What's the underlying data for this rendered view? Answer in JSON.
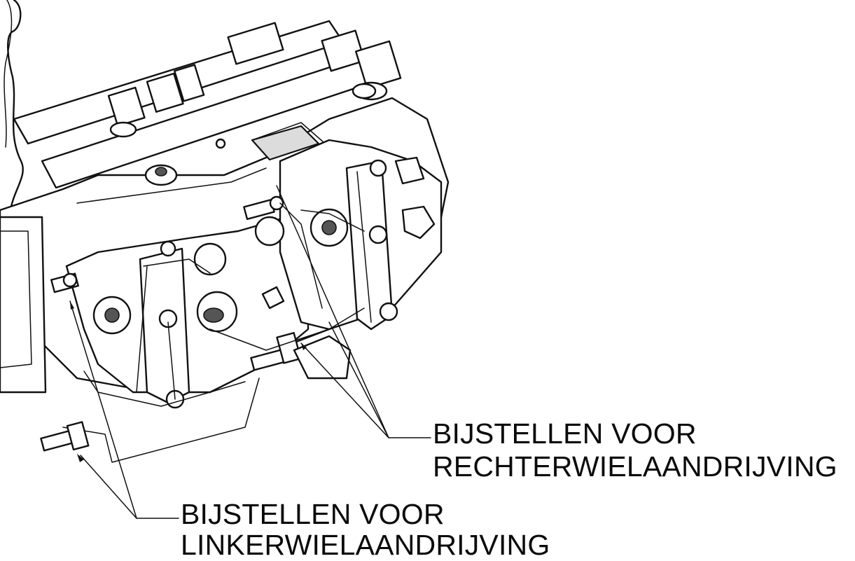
{
  "callouts": {
    "right": {
      "line1": "BIJSTELLEN VOOR",
      "line2": "RECHTERWIELAANDRIJVING"
    },
    "left": {
      "line1": "BIJSTELLEN VOOR",
      "line2": "LINKERWIELAANDRIJVING"
    }
  },
  "colors": {
    "line": "#111111",
    "background": "#ffffff",
    "shade": "#dcdcdc"
  }
}
